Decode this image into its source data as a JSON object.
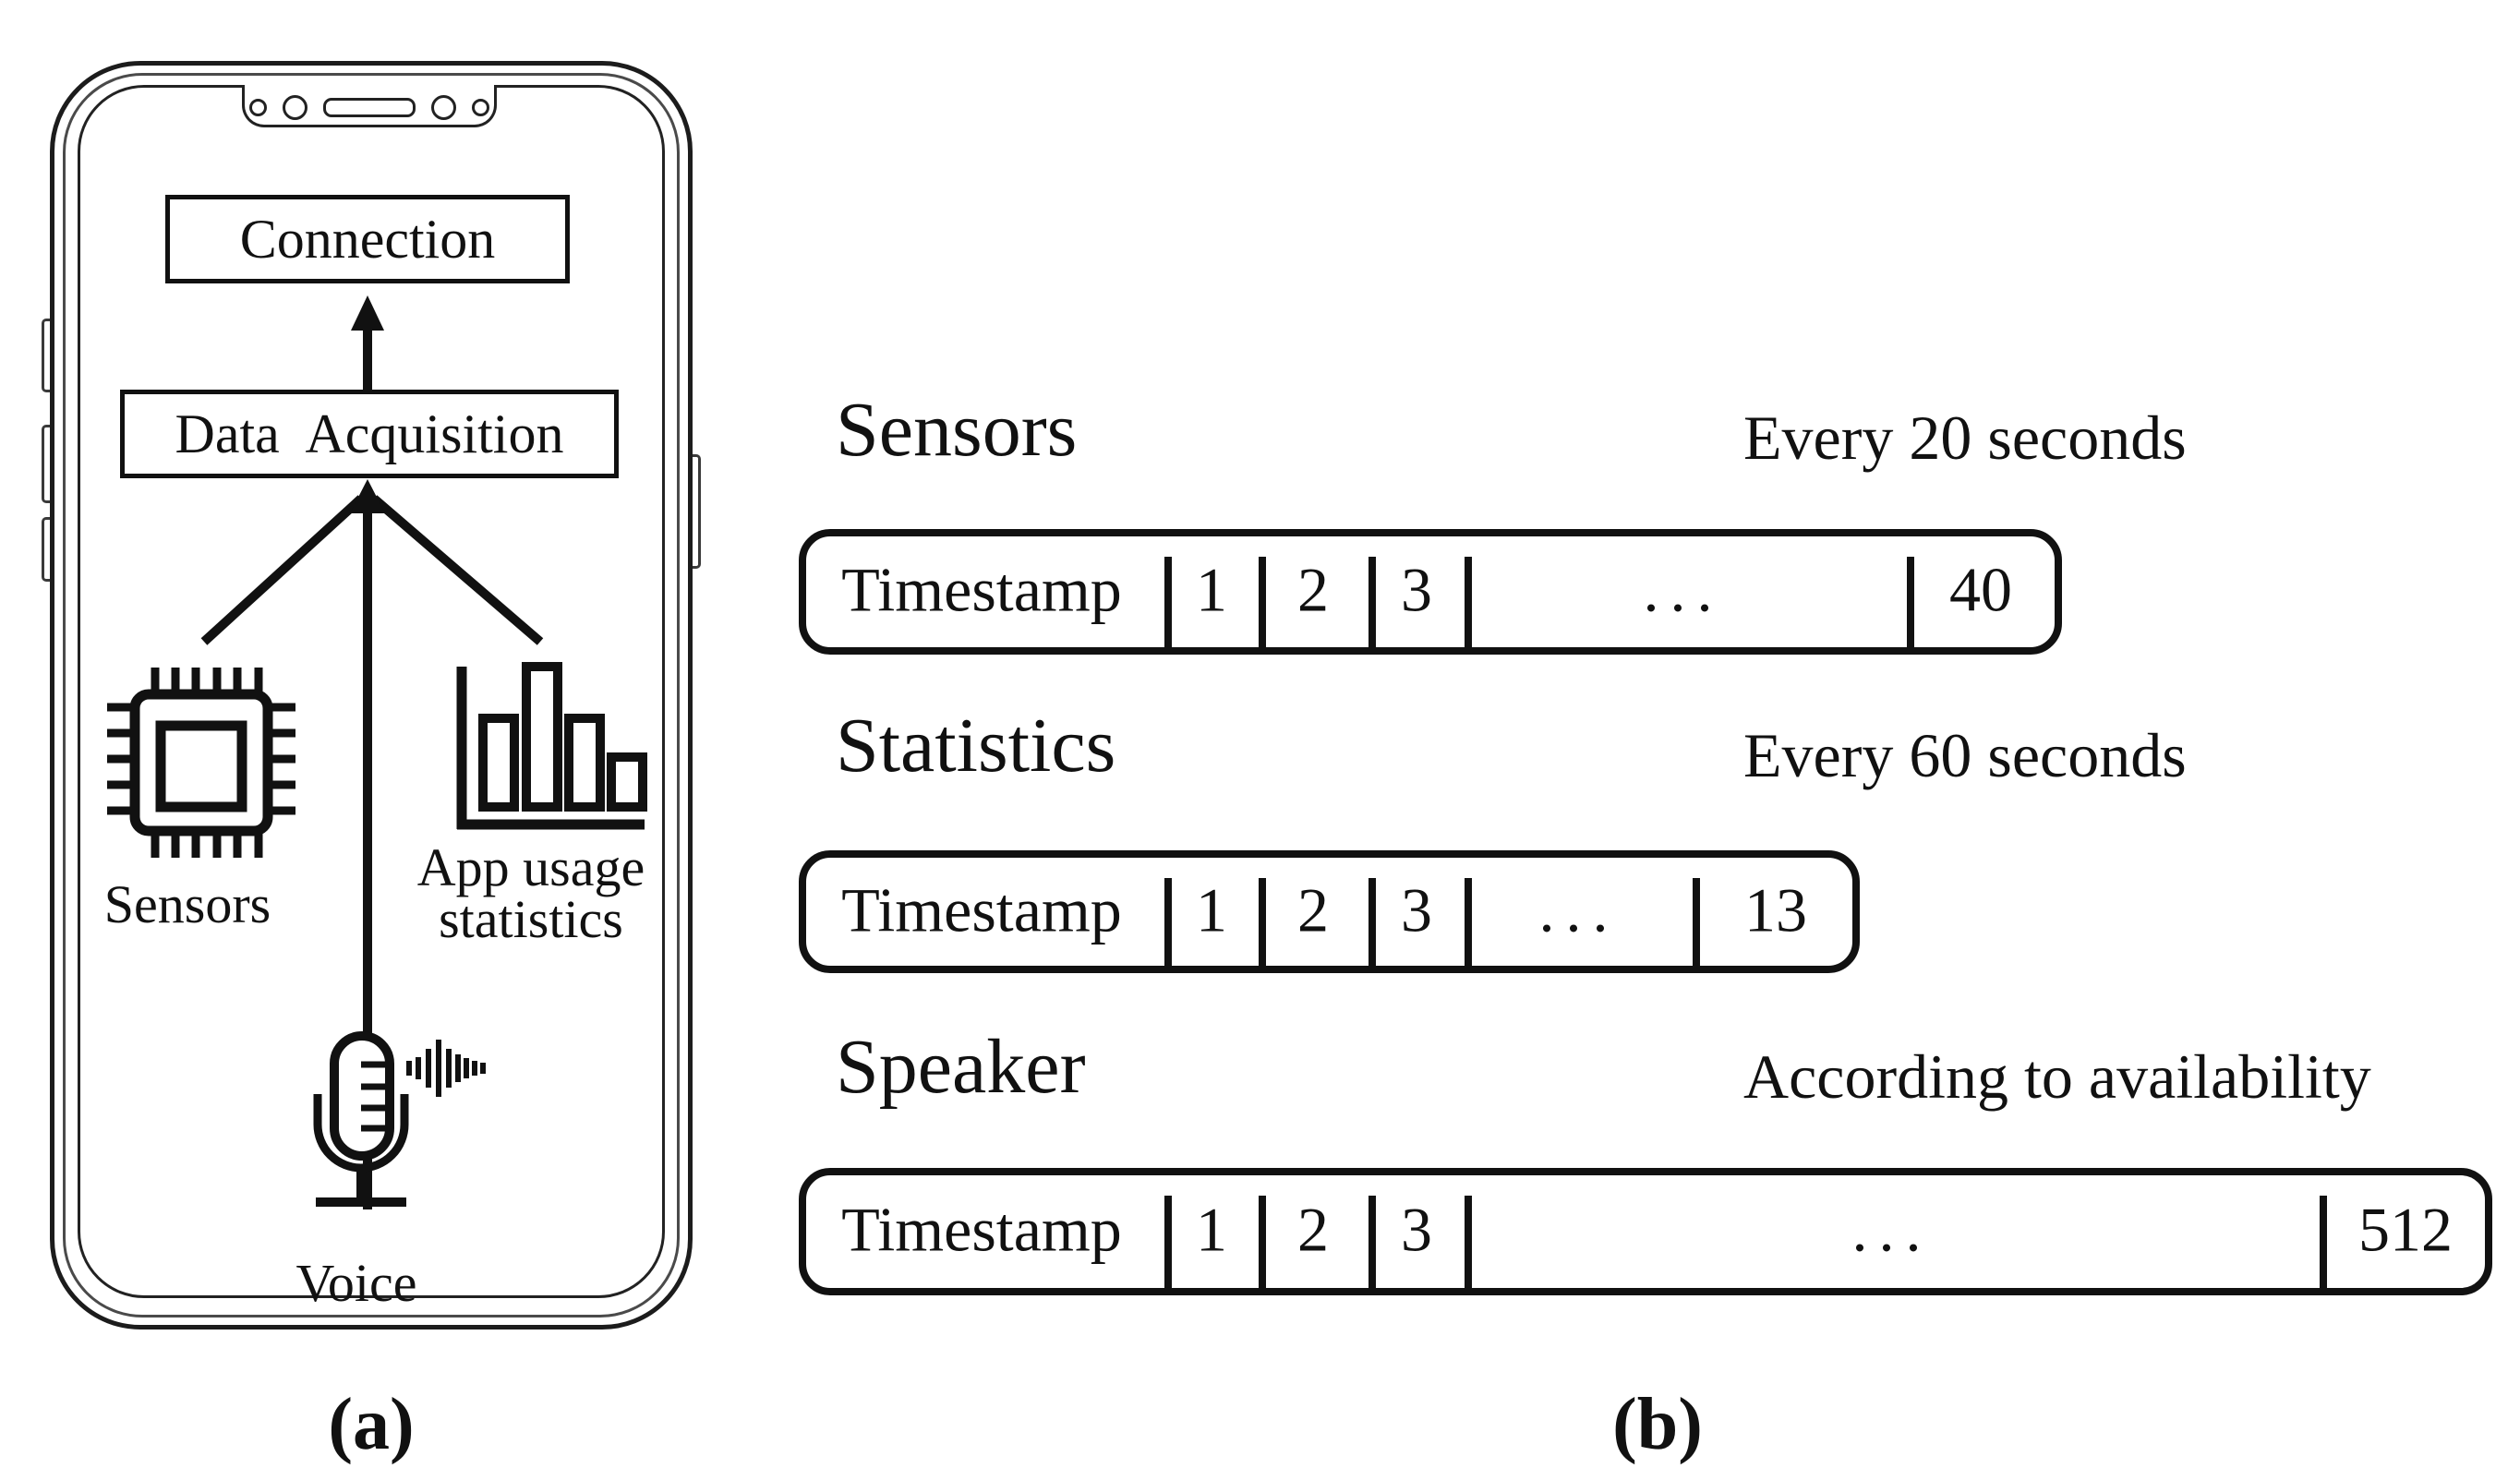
{
  "figure": {
    "background": "#ffffff",
    "ink_color": "#111111",
    "caption_a": "(a)",
    "caption_b": "(b)",
    "panel_a": {
      "connection_label": "Connection",
      "data_acquisition_label": "Data Acquisition",
      "sensors_label": "Sensors",
      "app_usage_label_line1": "App usage",
      "app_usage_label_line2": "statistics",
      "voice_label": "Voice",
      "icons": {
        "chip": "chip-icon",
        "bar_chart": "bar-chart-icon",
        "microphone": "microphone-icon",
        "sound_waves": "sound-waves-icon",
        "phone": "smartphone-outline"
      }
    },
    "panel_b": {
      "rows": [
        {
          "title": "Sensors",
          "frequency": "Every 20 seconds",
          "cells": [
            "Timestamp",
            "1",
            "2",
            "3",
            "...",
            "40"
          ]
        },
        {
          "title": "Statistics",
          "frequency": "Every 60 seconds",
          "cells": [
            "Timestamp",
            "1",
            "2",
            "3",
            "...",
            "13"
          ]
        },
        {
          "title": "Speaker",
          "frequency": "According to availability",
          "cells": [
            "Timestamp",
            "1",
            "2",
            "3",
            "...",
            "512"
          ]
        }
      ]
    }
  }
}
